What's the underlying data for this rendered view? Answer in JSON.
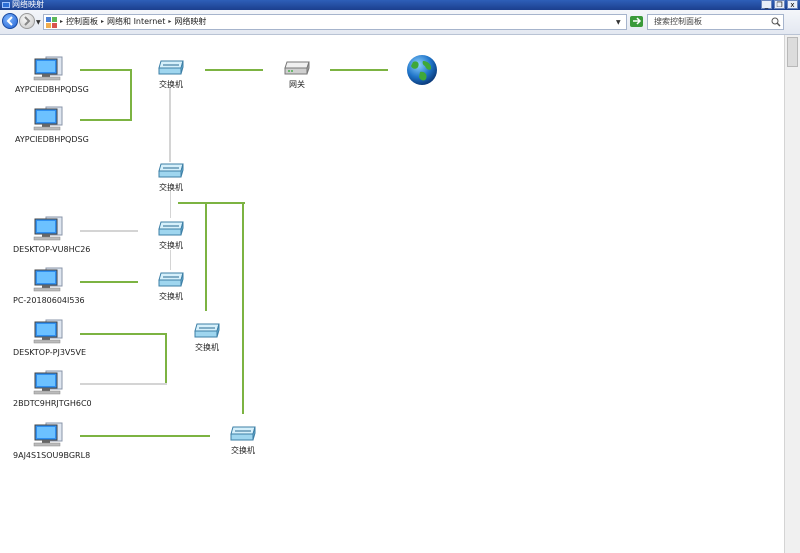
{
  "window": {
    "title": "网络映射"
  },
  "window_buttons": {
    "minimize": "_",
    "restore": "❐",
    "close": "x"
  },
  "address": {
    "crumbs": [
      "控制面板",
      "网络和 Internet",
      "网络映射"
    ],
    "sep": "▸"
  },
  "search": {
    "placeholder": "搜索控制面板"
  },
  "labels": {
    "switch": "交换机",
    "gateway": "网关"
  },
  "pcs": [
    "AYPCIEDBHPQDSG",
    "AYPCIEDBHPQDSG",
    "DESKTOP-VU8HC26",
    "PC-20180604I536",
    "DESKTOP-PJ3V5VE",
    "2BDTC9HRJTGH6C0",
    "9AJ4S1SOU9BGRL8"
  ],
  "colors": {
    "link": "#7cb342",
    "link_wired": "#d4d4d4",
    "title_bar": "#1c3f8e"
  }
}
